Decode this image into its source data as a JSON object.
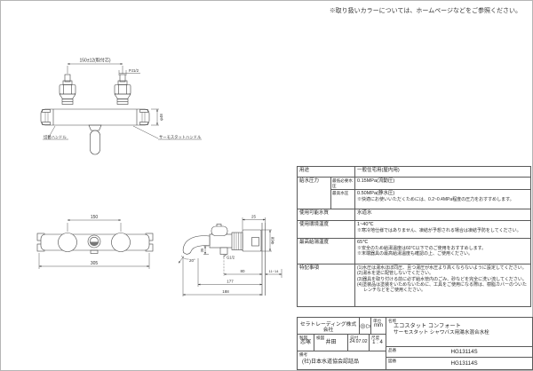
{
  "page": {
    "top_note": "※取り扱いカラーについては、ホームページなどをご参照ください。"
  },
  "colors": {
    "line": "#444444",
    "border": "#5a5a5a",
    "text": "#222222"
  },
  "drawing_top": {
    "dim_mount_pitch": "150±12(取付芯)",
    "thread_label": "PJ1/2",
    "dim_handle_dia": "φ48",
    "label_left_handle": "切替ハンドル",
    "label_right_handle": "サーモスタットハンドル"
  },
  "drawing_front": {
    "dim_pitch": "150",
    "dim_overall": "305"
  },
  "drawing_side": {
    "dim_top": "25",
    "dim_dia": "Φ68",
    "dim_angle": "20°",
    "dim_spout_h": "35",
    "thread_label": "G1/2",
    "dim_to_outlet": "80",
    "dim_adjust": "11~14",
    "dim_reach1": "177",
    "dim_reach2": "188"
  },
  "spec": {
    "usage_label": "用途",
    "usage_value": "一般住宅用(屋内用)",
    "supply_label": "給水圧力",
    "min_label": "最低必要水圧",
    "min_value": "0.15MPa(流動圧)",
    "max_label": "最高水圧",
    "max_value": "0.50MPa(静水圧)",
    "max_note": "※快適にお使いいただくためには、0.2~0.4MPa程度の圧力をおすすめします。",
    "quality_label": "使用可能水質",
    "quality_value": "水道水",
    "env_label": "使用環境温度",
    "env_value": "1~40℃",
    "env_note": "※寒冷地仕様ではありません、凍結が予想される場合は凍結予防をしてください。",
    "hot_label": "最高給湯温度",
    "hot_value": "65℃",
    "hot_note1": "※安全のため給湯温度は60℃以下でのご使用をおすすめします。",
    "hot_note2": "※末端器具の最高給湯温度も確認の上、ご使用ください。",
    "notes_label": "特記事項",
    "note1": "(1)水圧は湯水ほぼ同圧、且つ湯圧が水圧より高くならないように設定してください。",
    "note2": "(2)湯水を逆に配管しないでください。",
    "note3": "(3)器具を取り付ける前に必ず給水管内のごみ、砂などを完全に洗い流してください。",
    "note4": "(4)塗装品は塗装をいためないために、工具をご使用になる際は、樹脂カバーのついたレンチなどをご使用ください。"
  },
  "title_block": {
    "company": "セラトレーディング株式会社",
    "unit_label": "単位",
    "unit_value": "mm",
    "drafter_label": "製図",
    "drafter": "恋塚",
    "checker_label": "検図",
    "checker": "井田",
    "date_label": "日付",
    "date": "24.07.02",
    "scale_label": "尺度",
    "scale": "1 : 4",
    "name_label": "名称",
    "name_line1": "エコスタット コンフォート",
    "name_line2": "サーモスタット シャワバス用湯水混合水栓",
    "part_no_label": "品番",
    "part_no": "HG13114S",
    "dwg_no_label": "図番",
    "dwg_no": "HG13114S",
    "remarks_label": "備考",
    "remarks": "(社)日本水道協会認証品"
  }
}
